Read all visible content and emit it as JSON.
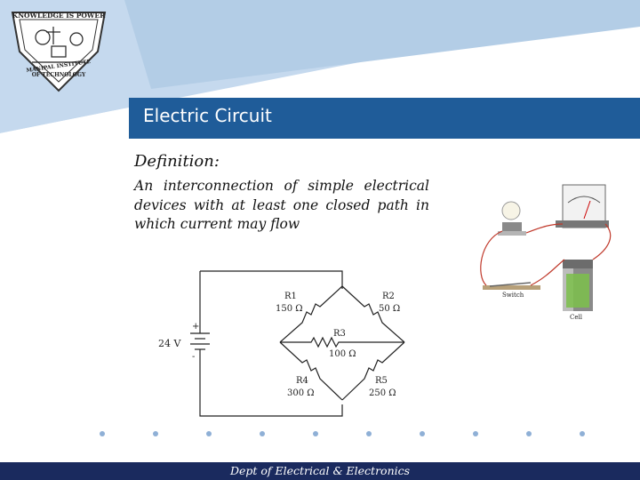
{
  "slide": {
    "title": "Electric Circuit",
    "heading": "Definition:",
    "definition": "An interconnection of simple electrical devices with at least one closed path in which current may flow",
    "footer": "Dept of Electrical & Electronics"
  },
  "logo": {
    "motto": "KNOWLEDGE IS POWER",
    "institute": "MANIPAL INSTITUTE OF TECHNOLOGY"
  },
  "schematic": {
    "battery": {
      "label": "24 V",
      "plus": "+",
      "minus": "-"
    },
    "resistors": [
      {
        "name": "R1",
        "value": "150 Ω"
      },
      {
        "name": "R2",
        "value": "50 Ω"
      },
      {
        "name": "R3",
        "value": "100 Ω"
      },
      {
        "name": "R4",
        "value": "300 Ω"
      },
      {
        "name": "R5",
        "value": "250 Ω"
      }
    ]
  },
  "demo": {
    "switch_label": "Switch",
    "cell_label": "Cell"
  },
  "colors": {
    "title_bar": "#1f5c99",
    "footer_bar": "#1a2a5e",
    "background_band": "#c5d9ee",
    "dot": "#8fb0d6"
  }
}
